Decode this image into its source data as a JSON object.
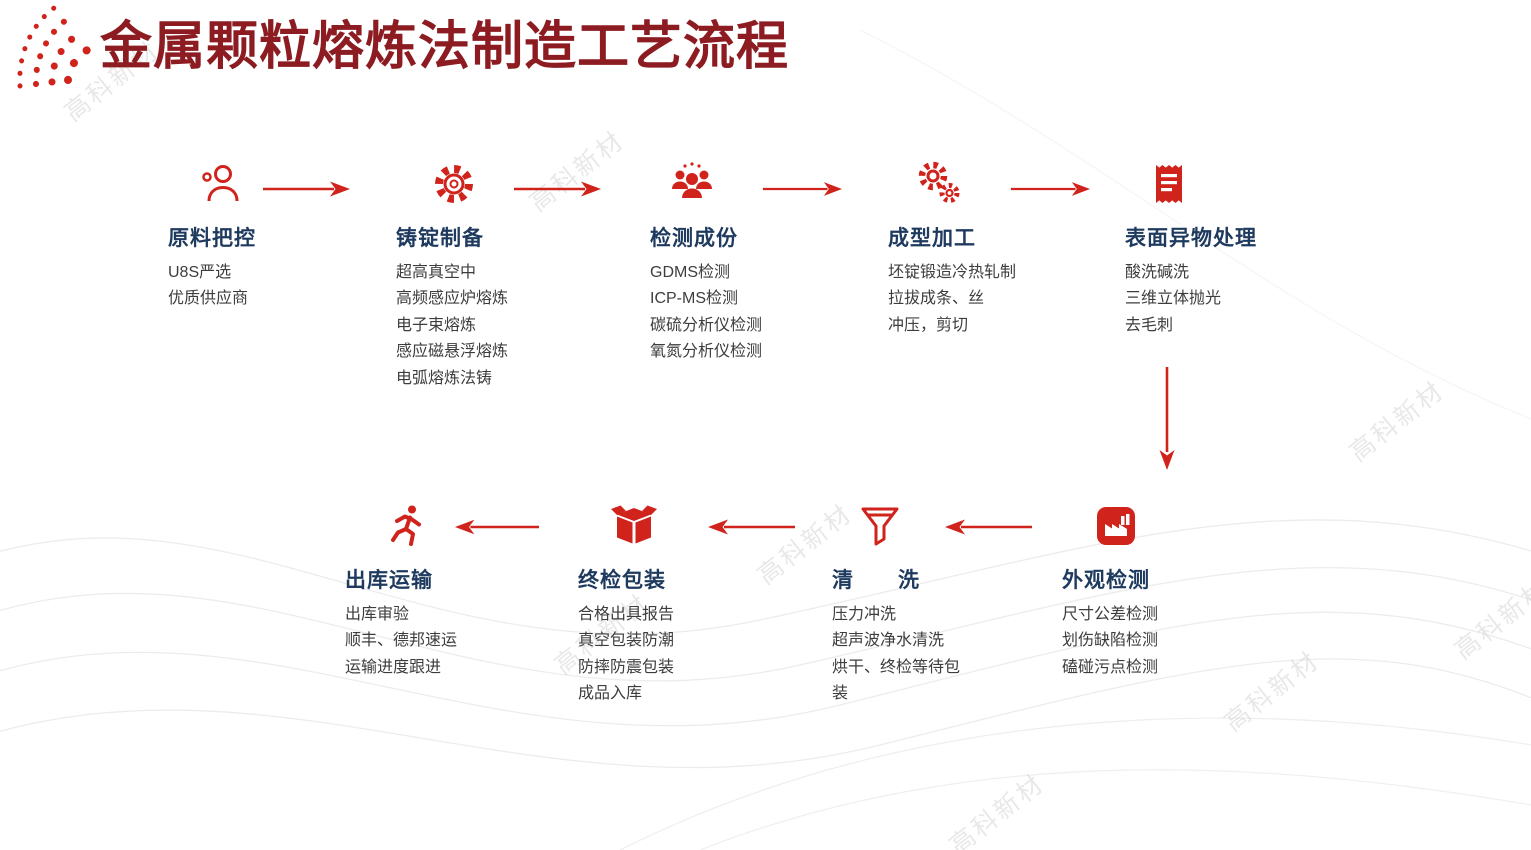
{
  "slide": {
    "title": "金属颗粒熔炼法制造工艺流程",
    "watermark": "高科新材"
  },
  "colors": {
    "accent": "#cf231c",
    "title": "#8c1c21",
    "heading": "#1f3a5f",
    "body": "#3d3d3d",
    "watermark": "#c9c9c9",
    "wave": "#ececec"
  },
  "flow": {
    "rows": [
      {
        "direction": "left-to-right",
        "steps": [
          {
            "icon": "user-icon",
            "title": "原料把控",
            "details": [
              "U8S严选",
              "优质供应商"
            ]
          },
          {
            "icon": "gear-icon",
            "title": "铸锭制备",
            "details": [
              "超高真空中",
              "高频感应炉熔炼",
              "电子束熔炼",
              "感应磁悬浮熔炼",
              "电弧熔炼法铸"
            ]
          },
          {
            "icon": "team-icon",
            "title": "检测成份",
            "details": [
              "GDMS检测",
              "ICP-MS检测",
              "碳硫分析仪检测",
              "氧氮分析仪检测"
            ]
          },
          {
            "icon": "gears-icon",
            "title": "成型加工",
            "details": [
              "坯锭锻造冷热轧制",
              "拉拔成条、丝",
              "冲压，剪切"
            ]
          },
          {
            "icon": "receipt-icon",
            "title": "表面异物处理",
            "details": [
              "酸洗碱洗",
              "三维立体抛光",
              "去毛刺"
            ]
          }
        ]
      },
      {
        "direction": "right-to-left",
        "steps": [
          {
            "icon": "runner-icon",
            "title": "出库运输",
            "details": [
              "出库审验",
              "顺丰、德邦速运",
              "运输进度跟进"
            ]
          },
          {
            "icon": "open-box-icon",
            "title": "终检包装",
            "details": [
              "合格出具报告",
              "真空包装防潮",
              "防摔防震包装",
              "成品入库"
            ]
          },
          {
            "icon": "funnel-icon",
            "title": "清　　洗",
            "details": [
              "压力冲洗",
              "超声波净水清洗",
              "烘干、终检等待包装"
            ]
          },
          {
            "icon": "factory-icon",
            "title": "外观检测",
            "details": [
              "尺寸公差检测",
              "划伤缺陷检测",
              "磕碰污点检测"
            ]
          }
        ]
      }
    ]
  }
}
